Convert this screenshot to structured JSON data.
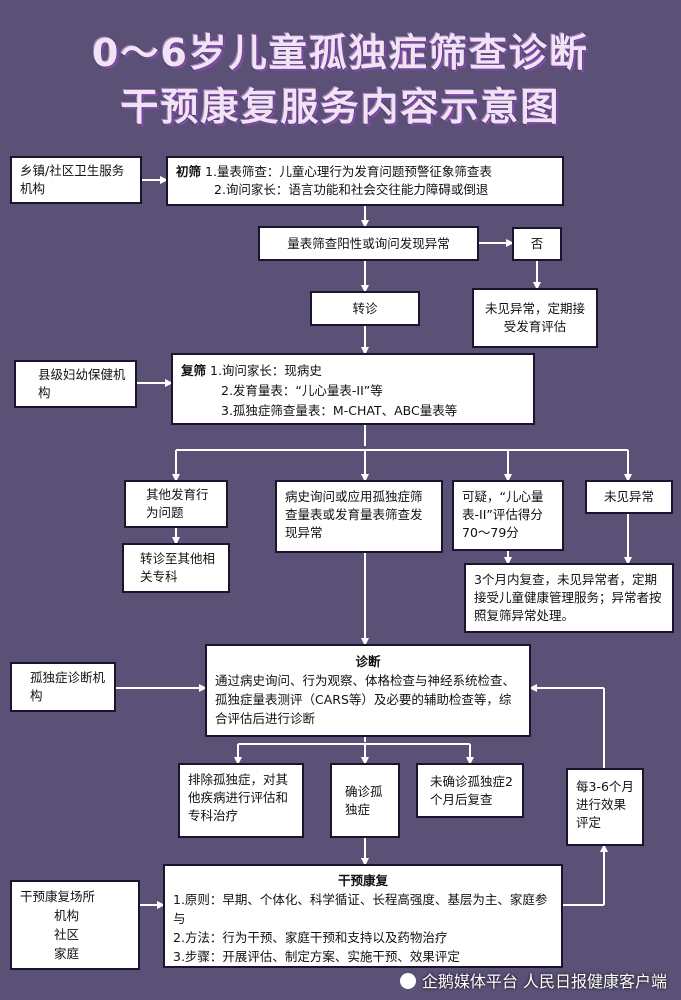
{
  "title": {
    "line1": "0～6岁儿童孤独症筛查诊断",
    "line2": "干预康复服务内容示意图"
  },
  "side": {
    "town": "乡镇/社区卫生服务机构",
    "county": "县级妇幼保健机构",
    "diag": "孤独症诊断机构",
    "rehab_1": "干预康复场所",
    "rehab_2": "机构",
    "rehab_3": "社区",
    "rehab_4": "家庭"
  },
  "initial": {
    "label": "初筛",
    "line1": "1.量表筛查：儿童心理行为发育问题预警征象筛查表",
    "line2": "2.询问家长：语言功能和社会交往能力障碍或倒退"
  },
  "positive": "量表筛查阳性或询问发现异常",
  "no": "否",
  "no_result": "未见异常，定期接受发育评估",
  "referral": "转诊",
  "rescreen": {
    "label": "复筛",
    "line1": "1.询问家长：现病史",
    "line2": "2.发育量表：“儿心量表-II”等",
    "line3": "3.孤独症筛查量表：M-CHAT、ABC量表等"
  },
  "branch": {
    "other": "其他发育行为问题",
    "other_referral": "转诊至其他相关专科",
    "history": "病史询问或应用孤独症筛查量表或发育量表筛查发现异常",
    "suspect": "可疑，“儿心量表-II”评估得分70～79分",
    "normal": "未见异常",
    "recheck": "3个月内复查，未见异常者，定期接受儿童健康管理服务；异常者按照复筛异常处理。"
  },
  "diagnosis": {
    "label": "诊断",
    "text": "通过病史询问、行为观察、体格检查与神经系统检查、孤独症量表测评（CARS等）及必要的辅助检查等，综合评估后进行诊断"
  },
  "outcome": {
    "exclude": "排除孤独症，对其他疾病进行评估和专科治疗",
    "confirmed": "确诊孤独症",
    "unconfirmed": "未确诊孤独症2个月后复查",
    "evaluate": "每3-6个月进行效果评定"
  },
  "intervention": {
    "label": "干预康复",
    "line1": "1.原则：早期、个体化、科学循证、长程高强度、基层为主、家庭参与",
    "line2": "2.方法：行为干预、家庭干预和支持以及药物治疗",
    "line3": "3.步骤：开展评估、制定方案、实施干预、效果评定"
  },
  "watermark": "企鹅媒体平台 人民日报健康客户端",
  "colors": {
    "background": "#5b5177",
    "line": "#ffffff",
    "box": "#ffffff"
  }
}
